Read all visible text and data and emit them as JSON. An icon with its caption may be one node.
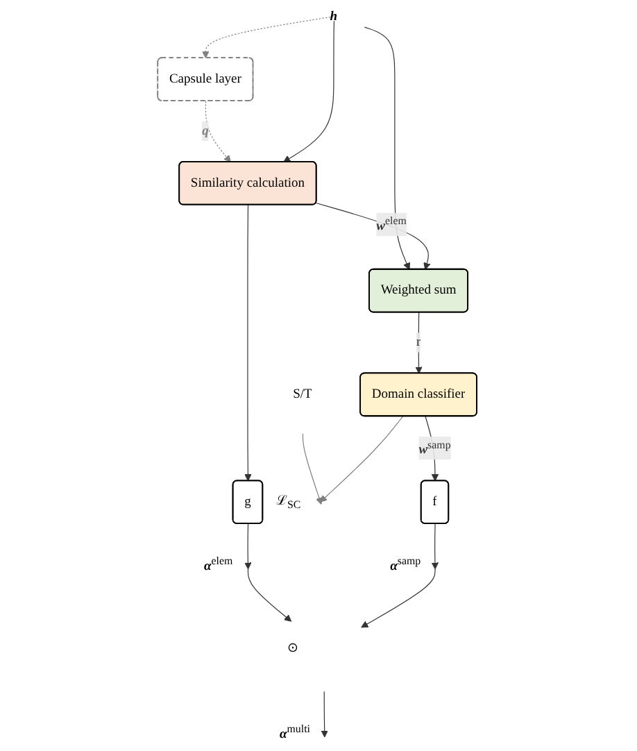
{
  "diagram": {
    "nodes": [
      {
        "text": [
          "**h**"
        ]
      },
      {
        "text": [
          "Capsule layer"
        ]
      },
      {
        "text": [
          "Similarity calculation"
        ]
      },
      {
        "text": [
          "g"
        ]
      },
      {
        "text": [
          "**α**$^{elem}$"
        ]
      },
      {
        "text": [
          "Weighted sum"
        ]
      },
      {
        "text": [
          "Domain classifier"
        ]
      },
      {
        "text": [
          "S/T"
        ]
      },
      {
        "text": [
          "ℒ$_{SC}$"
        ]
      },
      {
        "text": [
          "f"
        ]
      },
      {
        "text": [
          "**α**$^{samp}$"
        ]
      },
      {
        "text": [
          "⊙"
        ]
      },
      {
        "text": [
          "**α**$^{multi}$"
        ]
      }
    ],
    "edges": [
      {
        "from": 0,
        "to": 1,
        "arrow": "to",
        "style": "dashed",
        "color": "#808080"
      },
      {
        "from": 1,
        "to": 2,
        "arrow": "to",
        "style": "dashed",
        "color": "#808080",
        "label": "**q**"
      },
      {
        "from": 0,
        "to": 2,
        "arrow": "to"
      },
      {
        "from": 0,
        "to": 5,
        "arrow": "to"
      },
      {
        "from": 2,
        "to": 5,
        "arrow": "to",
        "label": "**w**$^{elem}$"
      },
      {
        "from": 2,
        "to": 3,
        "arrow": "to"
      },
      {
        "from": 3,
        "to": 4,
        "arrow": "to"
      },
      {
        "from": 4,
        "to": 11,
        "arrow": "to"
      },
      {
        "from": 5,
        "to": 6,
        "arrow": "to",
        "label": "r"
      },
      {
        "from": 6,
        "to": 9,
        "arrow": "to",
        "label": "**w**$^{samp}$"
      },
      {
        "from": 7,
        "to": 8,
        "arrow": "to",
        "color": "#808080"
      },
      {
        "from": 6,
        "to": 8,
        "arrow": "to",
        "color": "#808080"
      },
      {
        "from": 9,
        "to": 10,
        "arrow": "to"
      },
      {
        "from": 10,
        "to": 11,
        "arrow": "to"
      },
      {
        "from": 11,
        "to": 12,
        "arrow": "to"
      }
    ]
  }
}
